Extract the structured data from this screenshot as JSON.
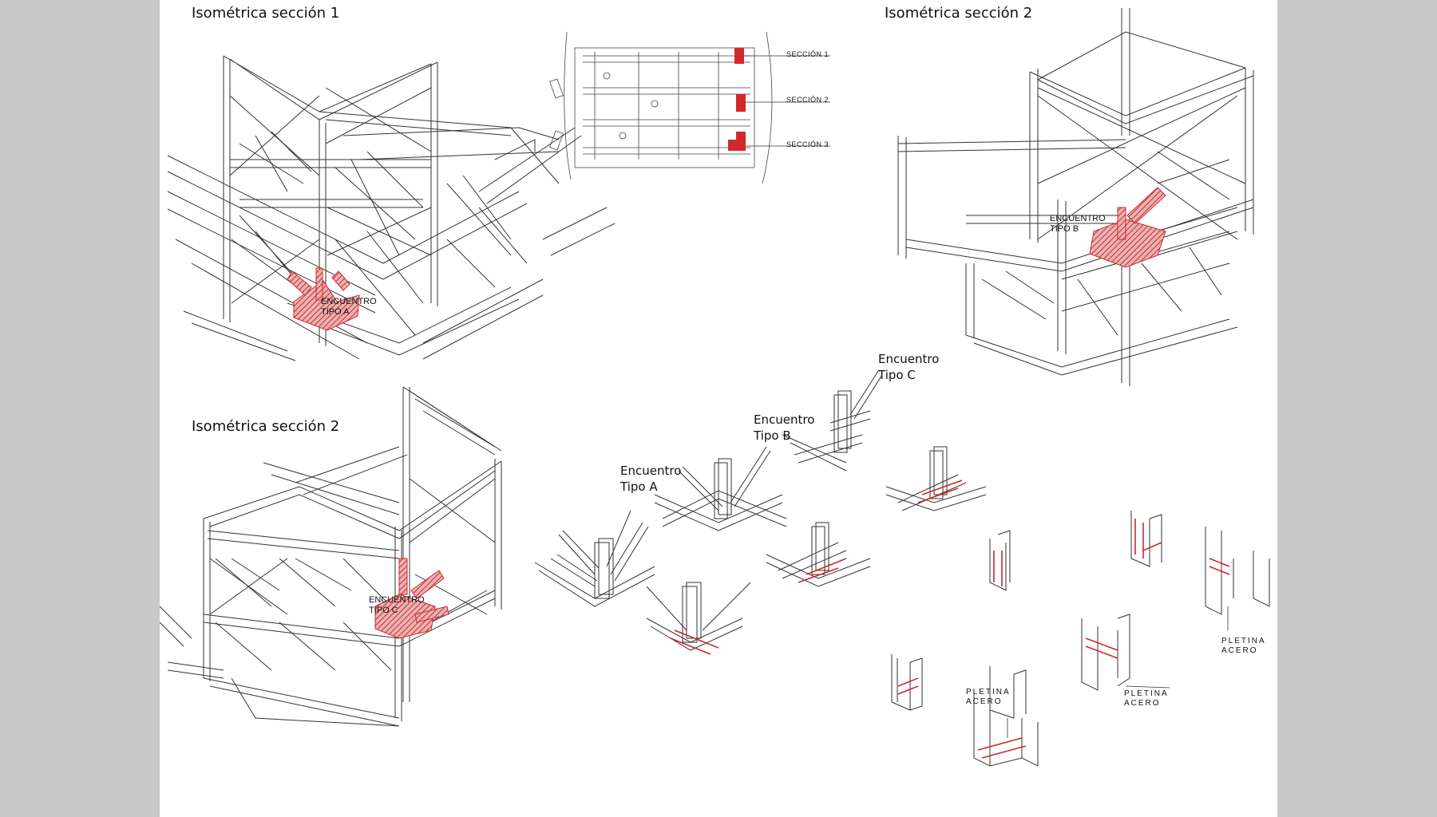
{
  "titles": {
    "section1": "Isométrica sección 1",
    "section2_top": "Isométrica sección 2",
    "section2_bottom": "Isométrica sección 2"
  },
  "key_plan": {
    "labels": [
      "SECCIÓN 1",
      "SECCIÓN 2",
      "SECCIÓN 3"
    ]
  },
  "callouts": {
    "tipo_a": [
      "ENCUENTRO",
      "TIPO A"
    ],
    "tipo_b": [
      "ENCUENTRO",
      "TIPO B"
    ],
    "tipo_c": [
      "ENCUENTRO",
      "TIPO C"
    ]
  },
  "details": {
    "a": [
      "Encuentro",
      "Tipo A"
    ],
    "b": [
      "Encuentro",
      "Tipo B"
    ],
    "c": [
      "Encuentro",
      "Tipo C"
    ]
  },
  "pletina": [
    "PLETINA",
    "ACERO"
  ],
  "colors": {
    "accent": "#d0282c",
    "line": "#222222",
    "sheet": "#ffffff",
    "margin": "#c8c8c8"
  }
}
